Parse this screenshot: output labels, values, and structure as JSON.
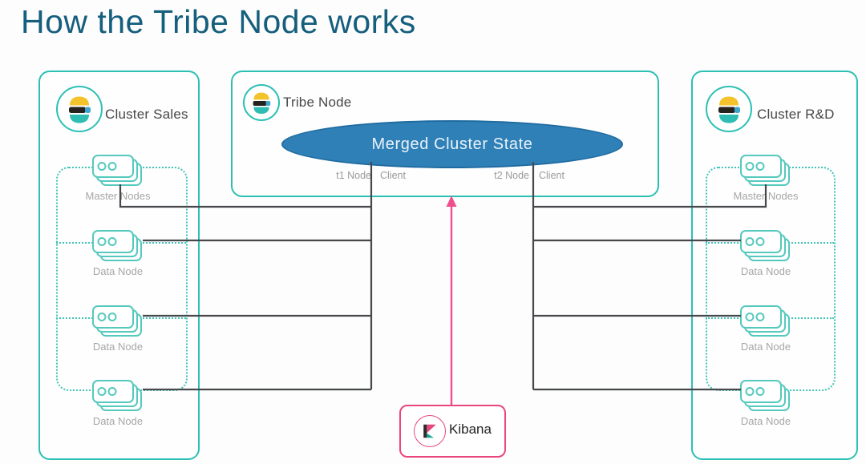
{
  "title": "How the Tribe Node works",
  "clusters": [
    {
      "name": "Cluster Sales",
      "nodes": [
        "Master Nodes",
        "Data Node",
        "Data Node",
        "Data Node"
      ]
    },
    {
      "name": "Cluster R&D",
      "nodes": [
        "Master Nodes",
        "Data Node",
        "Data Node",
        "Data Node"
      ]
    }
  ],
  "tribe": {
    "name": "Tribe Node",
    "state_label": "Merged Cluster State",
    "clients": [
      {
        "node": "t1 Node",
        "role": "Client"
      },
      {
        "node": "t2 Node",
        "role": "Client"
      }
    ]
  },
  "kibana": {
    "name": "Kibana"
  },
  "colors": {
    "title": "#155e7d",
    "box_border_teal": "#2cc0b4",
    "node_icon_teal": "#55c9bd",
    "ellipse_fill": "#2f80b6",
    "ellipse_border": "#1e6ba1",
    "connector_dark": "#46484b",
    "kibana_pink": "#e9457f",
    "label_gray": "#9b9b9b",
    "elastic_yellow": "#f4c22b",
    "elastic_black": "#26221e",
    "elastic_blue": "#3aa6d0",
    "elastic_teal": "#2fbcb2"
  }
}
